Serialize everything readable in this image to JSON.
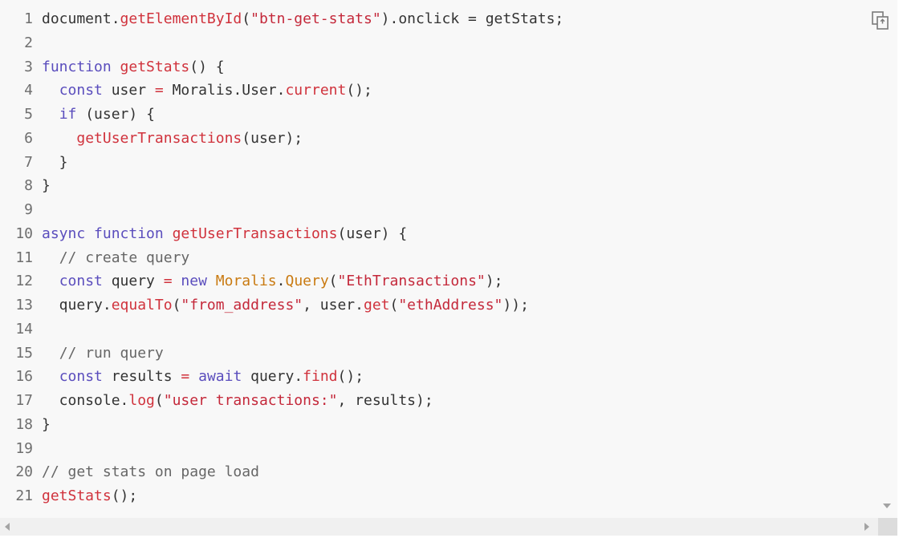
{
  "colors": {
    "background": "#f8f8f8",
    "plain": "#333333",
    "keyword": "#5a4dbd",
    "function": "#d0323c",
    "string": "#c4283a",
    "class": "#c97a11",
    "comment": "#666666",
    "line_number": "#6e6e6e"
  },
  "toolbar": {
    "copy_icon": "copy-icon"
  },
  "lines": [
    {
      "n": "1",
      "tokens": [
        {
          "t": "document.",
          "c": "plain"
        },
        {
          "t": "getElementById",
          "c": "fn"
        },
        {
          "t": "(",
          "c": "plain"
        },
        {
          "t": "\"btn-get-stats\"",
          "c": "str"
        },
        {
          "t": ").onclick = getStats;",
          "c": "plain"
        }
      ]
    },
    {
      "n": "2",
      "tokens": []
    },
    {
      "n": "3",
      "tokens": [
        {
          "t": "function",
          "c": "kw"
        },
        {
          "t": " ",
          "c": "plain"
        },
        {
          "t": "getStats",
          "c": "fn"
        },
        {
          "t": "() {",
          "c": "plain"
        }
      ]
    },
    {
      "n": "4",
      "tokens": [
        {
          "t": "  ",
          "c": "plain"
        },
        {
          "t": "const",
          "c": "kw"
        },
        {
          "t": " user ",
          "c": "plain"
        },
        {
          "t": "=",
          "c": "fn"
        },
        {
          "t": " Moralis.User.",
          "c": "plain"
        },
        {
          "t": "current",
          "c": "fn"
        },
        {
          "t": "();",
          "c": "plain"
        }
      ]
    },
    {
      "n": "5",
      "tokens": [
        {
          "t": "  ",
          "c": "plain"
        },
        {
          "t": "if",
          "c": "kw"
        },
        {
          "t": " (user) {",
          "c": "plain"
        }
      ]
    },
    {
      "n": "6",
      "tokens": [
        {
          "t": "    ",
          "c": "plain"
        },
        {
          "t": "getUserTransactions",
          "c": "fn"
        },
        {
          "t": "(user);",
          "c": "plain"
        }
      ]
    },
    {
      "n": "7",
      "tokens": [
        {
          "t": "  }",
          "c": "plain"
        }
      ]
    },
    {
      "n": "8",
      "tokens": [
        {
          "t": "}",
          "c": "plain"
        }
      ]
    },
    {
      "n": "9",
      "tokens": []
    },
    {
      "n": "10",
      "tokens": [
        {
          "t": "async",
          "c": "kw"
        },
        {
          "t": " ",
          "c": "plain"
        },
        {
          "t": "function",
          "c": "kw"
        },
        {
          "t": " ",
          "c": "plain"
        },
        {
          "t": "getUserTransactions",
          "c": "fn"
        },
        {
          "t": "(user) {",
          "c": "plain"
        }
      ]
    },
    {
      "n": "11",
      "tokens": [
        {
          "t": "  ",
          "c": "plain"
        },
        {
          "t": "// create query",
          "c": "cm"
        }
      ]
    },
    {
      "n": "12",
      "tokens": [
        {
          "t": "  ",
          "c": "plain"
        },
        {
          "t": "const",
          "c": "kw"
        },
        {
          "t": " query ",
          "c": "plain"
        },
        {
          "t": "=",
          "c": "fn"
        },
        {
          "t": " ",
          "c": "plain"
        },
        {
          "t": "new",
          "c": "kw"
        },
        {
          "t": " ",
          "c": "plain"
        },
        {
          "t": "Moralis",
          "c": "cls"
        },
        {
          "t": ".",
          "c": "plain"
        },
        {
          "t": "Query",
          "c": "cls"
        },
        {
          "t": "(",
          "c": "plain"
        },
        {
          "t": "\"EthTransactions\"",
          "c": "str"
        },
        {
          "t": ");",
          "c": "plain"
        }
      ]
    },
    {
      "n": "13",
      "tokens": [
        {
          "t": "  query.",
          "c": "plain"
        },
        {
          "t": "equalTo",
          "c": "fn"
        },
        {
          "t": "(",
          "c": "plain"
        },
        {
          "t": "\"from_address\"",
          "c": "str"
        },
        {
          "t": ", user.",
          "c": "plain"
        },
        {
          "t": "get",
          "c": "fn"
        },
        {
          "t": "(",
          "c": "plain"
        },
        {
          "t": "\"ethAddress\"",
          "c": "str"
        },
        {
          "t": "));",
          "c": "plain"
        }
      ]
    },
    {
      "n": "14",
      "tokens": []
    },
    {
      "n": "15",
      "tokens": [
        {
          "t": "  ",
          "c": "plain"
        },
        {
          "t": "// run query",
          "c": "cm"
        }
      ]
    },
    {
      "n": "16",
      "tokens": [
        {
          "t": "  ",
          "c": "plain"
        },
        {
          "t": "const",
          "c": "kw"
        },
        {
          "t": " results ",
          "c": "plain"
        },
        {
          "t": "=",
          "c": "fn"
        },
        {
          "t": " ",
          "c": "plain"
        },
        {
          "t": "await",
          "c": "kw"
        },
        {
          "t": " query.",
          "c": "plain"
        },
        {
          "t": "find",
          "c": "fn"
        },
        {
          "t": "();",
          "c": "plain"
        }
      ]
    },
    {
      "n": "17",
      "tokens": [
        {
          "t": "  console.",
          "c": "plain"
        },
        {
          "t": "log",
          "c": "fn"
        },
        {
          "t": "(",
          "c": "plain"
        },
        {
          "t": "\"user transactions:\"",
          "c": "str"
        },
        {
          "t": ", results);",
          "c": "plain"
        }
      ]
    },
    {
      "n": "18",
      "tokens": [
        {
          "t": "}",
          "c": "plain"
        }
      ]
    },
    {
      "n": "19",
      "tokens": []
    },
    {
      "n": "20",
      "tokens": [
        {
          "t": "// get stats on page load",
          "c": "cm"
        }
      ]
    },
    {
      "n": "21",
      "tokens": [
        {
          "t": "getStats",
          "c": "fn"
        },
        {
          "t": "();",
          "c": "plain"
        }
      ]
    }
  ]
}
